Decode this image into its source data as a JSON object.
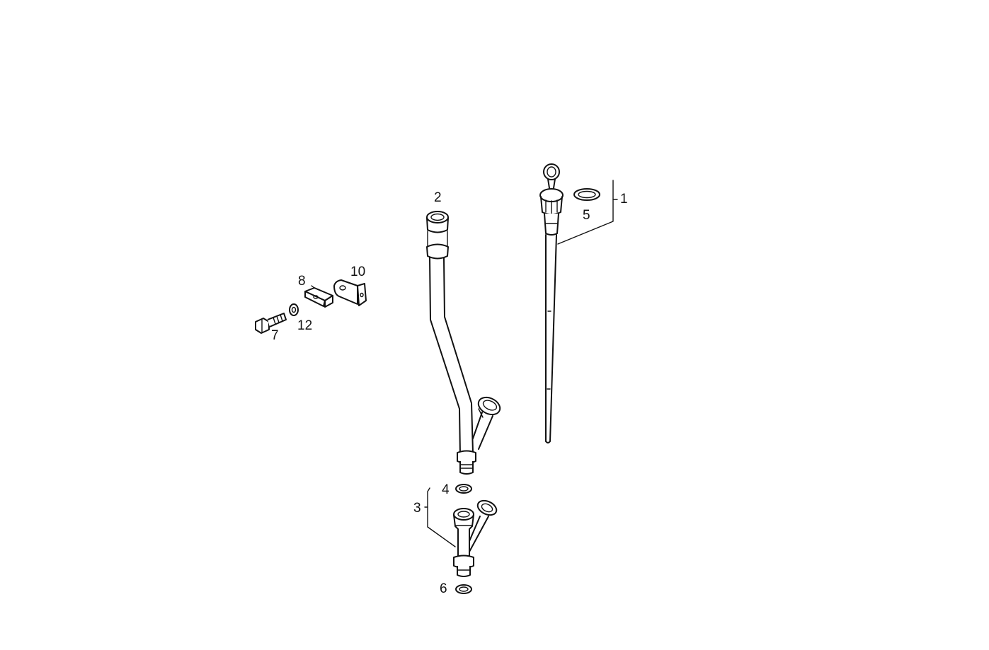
{
  "labels": {
    "p1": "1",
    "p2": "2",
    "p3": "3",
    "p4": "4",
    "p5": "5",
    "p6": "6",
    "p7": "7",
    "p8": "8",
    "p10": "10",
    "p12": "12"
  },
  "colors": {
    "line": "#111111",
    "background": "#ffffff"
  }
}
